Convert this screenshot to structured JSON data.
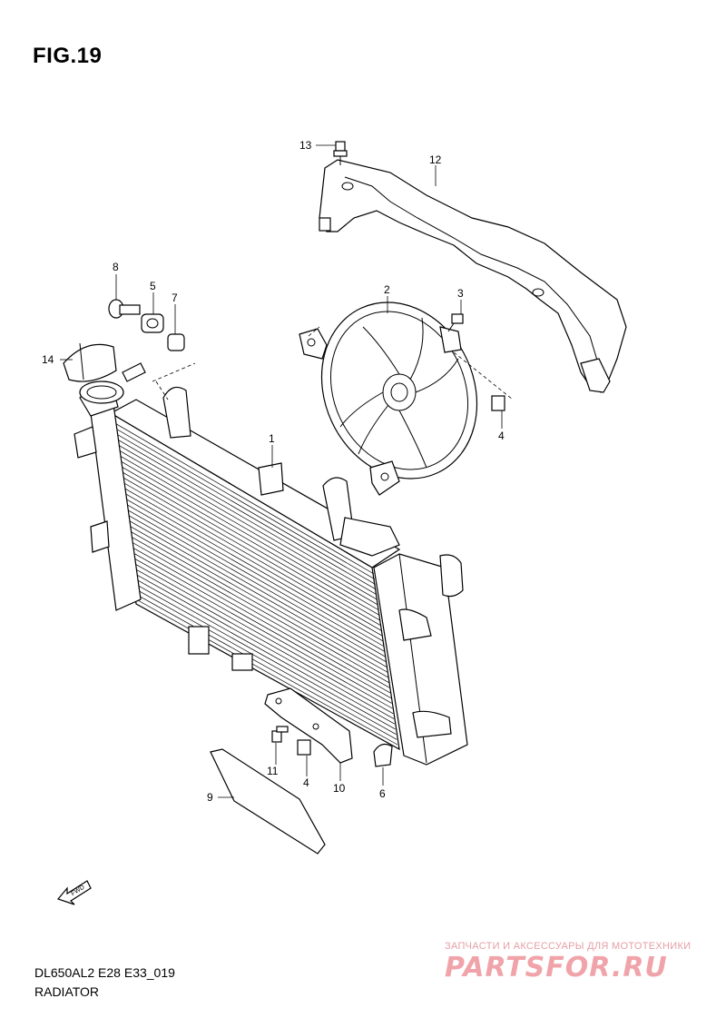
{
  "figure": {
    "title": "FIG.19",
    "code": "DL650AL2 E28 E33_019",
    "name": "RADIATOR"
  },
  "callouts": [
    {
      "id": "c1",
      "label": "1"
    },
    {
      "id": "c2",
      "label": "2"
    },
    {
      "id": "c3",
      "label": "3"
    },
    {
      "id": "c4a",
      "label": "4"
    },
    {
      "id": "c4b",
      "label": "4"
    },
    {
      "id": "c5",
      "label": "5"
    },
    {
      "id": "c6",
      "label": "6"
    },
    {
      "id": "c7",
      "label": "7"
    },
    {
      "id": "c8",
      "label": "8"
    },
    {
      "id": "c9",
      "label": "9"
    },
    {
      "id": "c10",
      "label": "10"
    },
    {
      "id": "c11",
      "label": "11"
    },
    {
      "id": "c12",
      "label": "12"
    },
    {
      "id": "c13",
      "label": "13"
    },
    {
      "id": "c14",
      "label": "14"
    }
  ],
  "direction_badge": "FWD",
  "watermark": {
    "tagline": "ЗАПЧАСТИ И АКСЕССУАРЫ ДЛЯ МОТОТЕХНИКИ",
    "logo": "PARTSFOR.RU"
  }
}
